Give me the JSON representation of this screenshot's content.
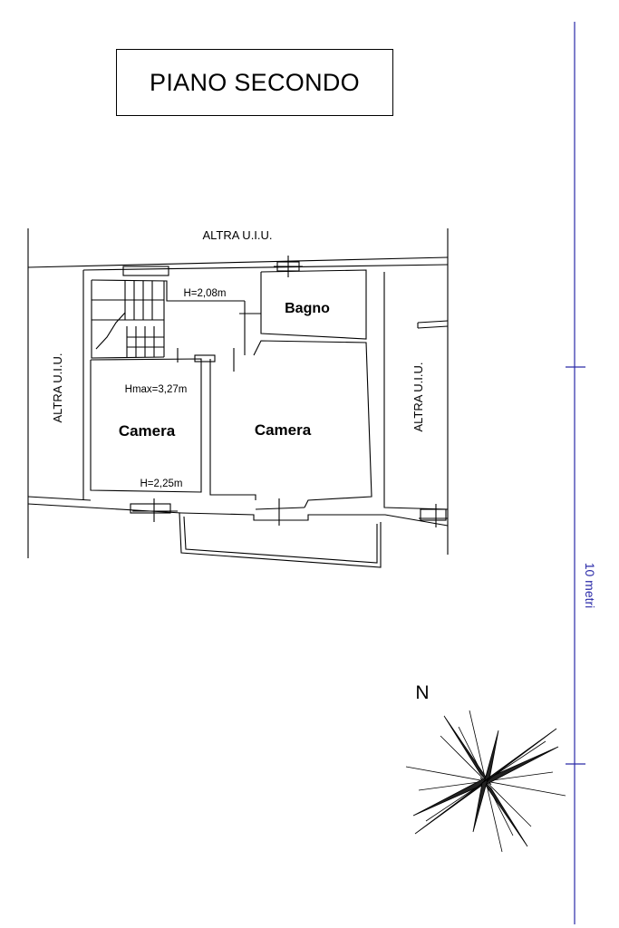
{
  "title": "PIANO SECONDO",
  "labels": {
    "altra_top": "ALTRA U.I.U.",
    "altra_left": "ALTRA U.I.U.",
    "altra_right": "ALTRA U.I.U.",
    "h_stair": "H=2,08m",
    "bagno": "Bagno",
    "hmax": "Hmax=3,27m",
    "camera_left": "Camera",
    "h_bottom": "H=2,25m",
    "camera_right": "Camera"
  },
  "scale": {
    "label": "10 metri",
    "color": "#2a2aa8"
  },
  "compass": {
    "north_label": "N"
  },
  "colors": {
    "ink": "#000000",
    "scale": "#2a2aa8"
  }
}
